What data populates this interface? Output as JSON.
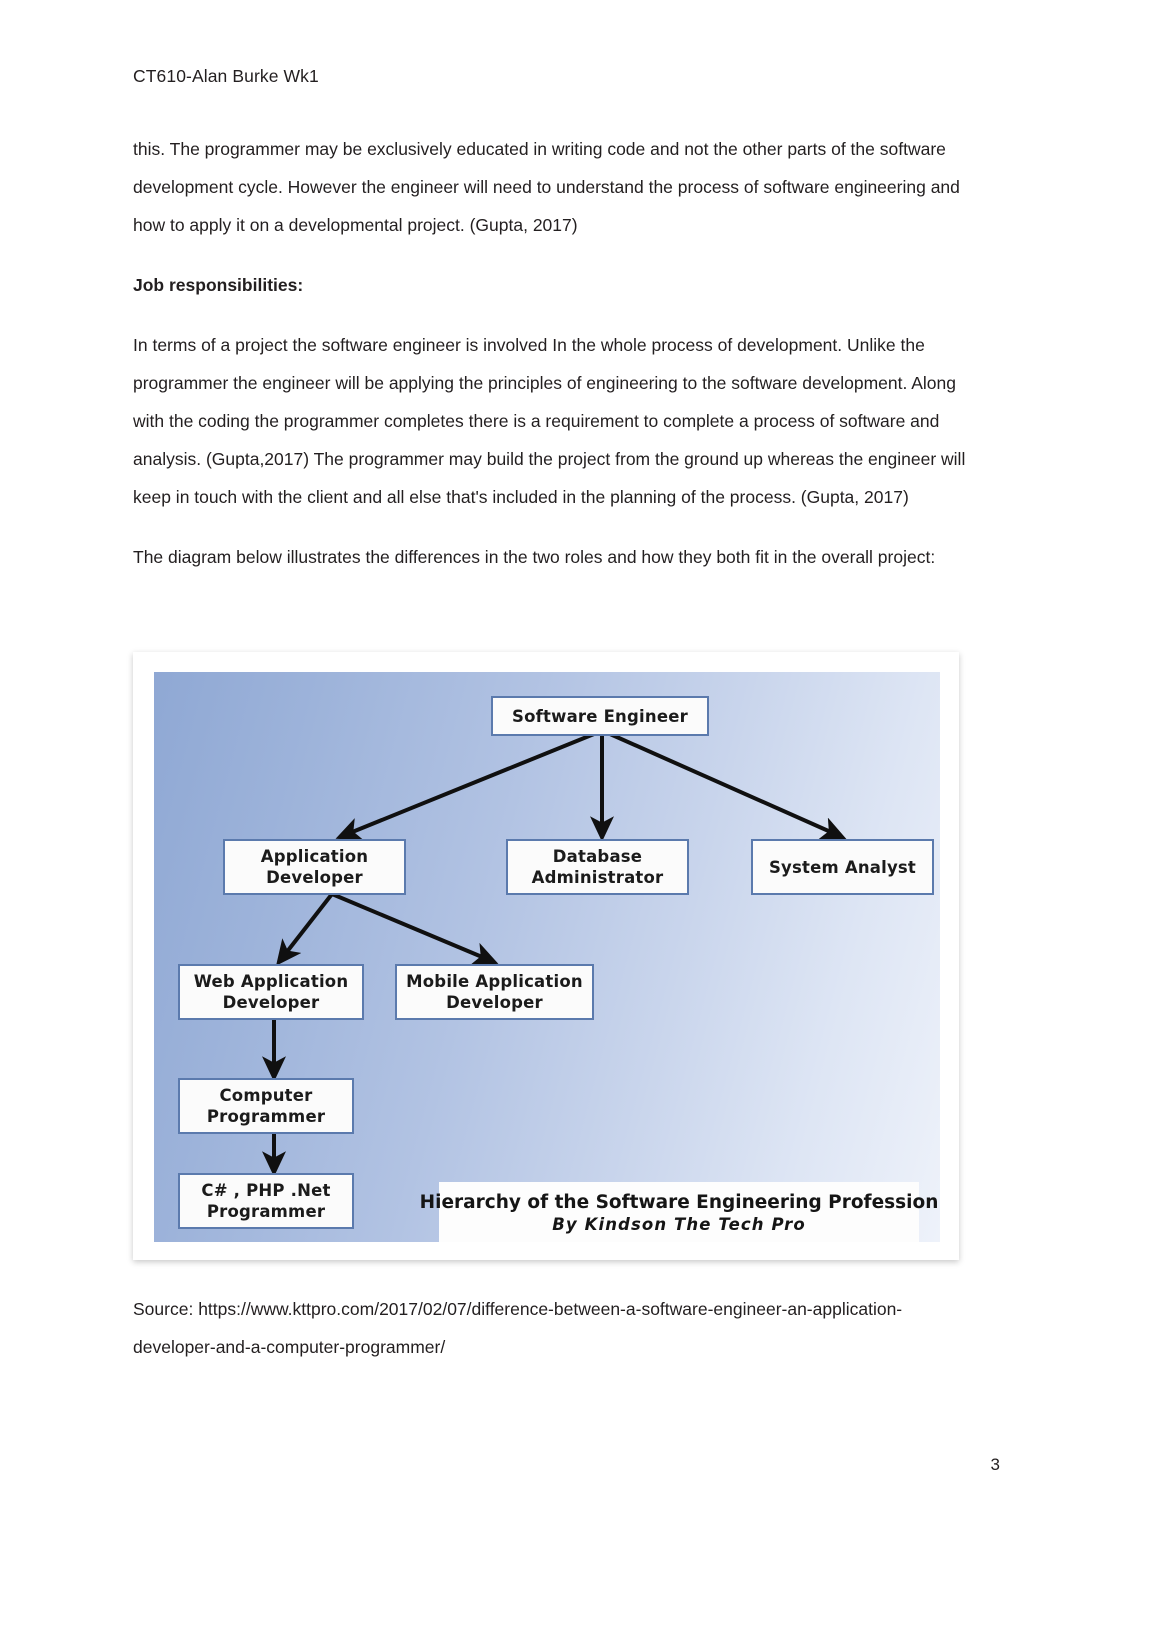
{
  "document": {
    "header": "CT610-Alan Burke Wk1",
    "page_number": "3"
  },
  "body": {
    "paragraphs": [
      {
        "id": "p1",
        "bold": false,
        "text": "this. The programmer may be exclusively educated in writing code and not the other parts of the software development cycle. However the engineer will need to understand the process of software engineering and how to apply it on a developmental project. (Gupta, 2017)"
      },
      {
        "id": "p2",
        "bold": true,
        "text": "Job responsibilities:"
      },
      {
        "id": "p3",
        "bold": false,
        "text": "In terms of a project the software engineer is involved In the whole process of development. Unlike the programmer the engineer will be applying the principles of engineering to the software development. Along with the coding the programmer completes there is a requirement to complete a process of software and analysis. (Gupta,2017) The programmer may build the project from the ground up whereas the engineer will keep in touch with the client and all else that's included in the planning of the process. (Gupta, 2017)"
      },
      {
        "id": "p4",
        "bold": false,
        "text": "The diagram below illustrates the differences in the two roles and how they both fit in the overall project:"
      }
    ]
  },
  "figure": {
    "caption_title": "Hierarchy of the Software Engineering Profession",
    "caption_byline": "By Kindson The Tech Pro",
    "background_colors": {
      "gradient_start": "#8fa8d4",
      "gradient_end": "#eef2fa",
      "node_fill": "#fbfbfb",
      "node_border": "#5b7aad",
      "arrow": "#101010"
    },
    "nodes": [
      {
        "id": "software-engineer",
        "label": "Software Engineer"
      },
      {
        "id": "application-developer",
        "label": "Application\nDeveloper"
      },
      {
        "id": "database-administrator",
        "label": "Database\nAdministrator"
      },
      {
        "id": "system-analyst",
        "label": "System Analyst"
      },
      {
        "id": "web-application-developer",
        "label": "Web Application\nDeveloper"
      },
      {
        "id": "mobile-application-developer",
        "label": "Mobile Application\nDeveloper"
      },
      {
        "id": "computer-programmer",
        "label": "Computer\nProgrammer"
      },
      {
        "id": "csharp-php-net-programmer",
        "label": "C# , PHP .Net\nProgrammer"
      }
    ],
    "edges": [
      {
        "from": "software-engineer",
        "to": "application-developer"
      },
      {
        "from": "software-engineer",
        "to": "database-administrator"
      },
      {
        "from": "software-engineer",
        "to": "system-analyst"
      },
      {
        "from": "application-developer",
        "to": "web-application-developer"
      },
      {
        "from": "application-developer",
        "to": "mobile-application-developer"
      },
      {
        "from": "web-application-developer",
        "to": "computer-programmer"
      },
      {
        "from": "computer-programmer",
        "to": "csharp-php-net-programmer"
      }
    ]
  },
  "source": {
    "label": "Source: ",
    "url": "https://www.kttpro.com/2017/02/07/difference-between-a-software-engineer-an-application-developer-and-a-computer-programmer/"
  }
}
